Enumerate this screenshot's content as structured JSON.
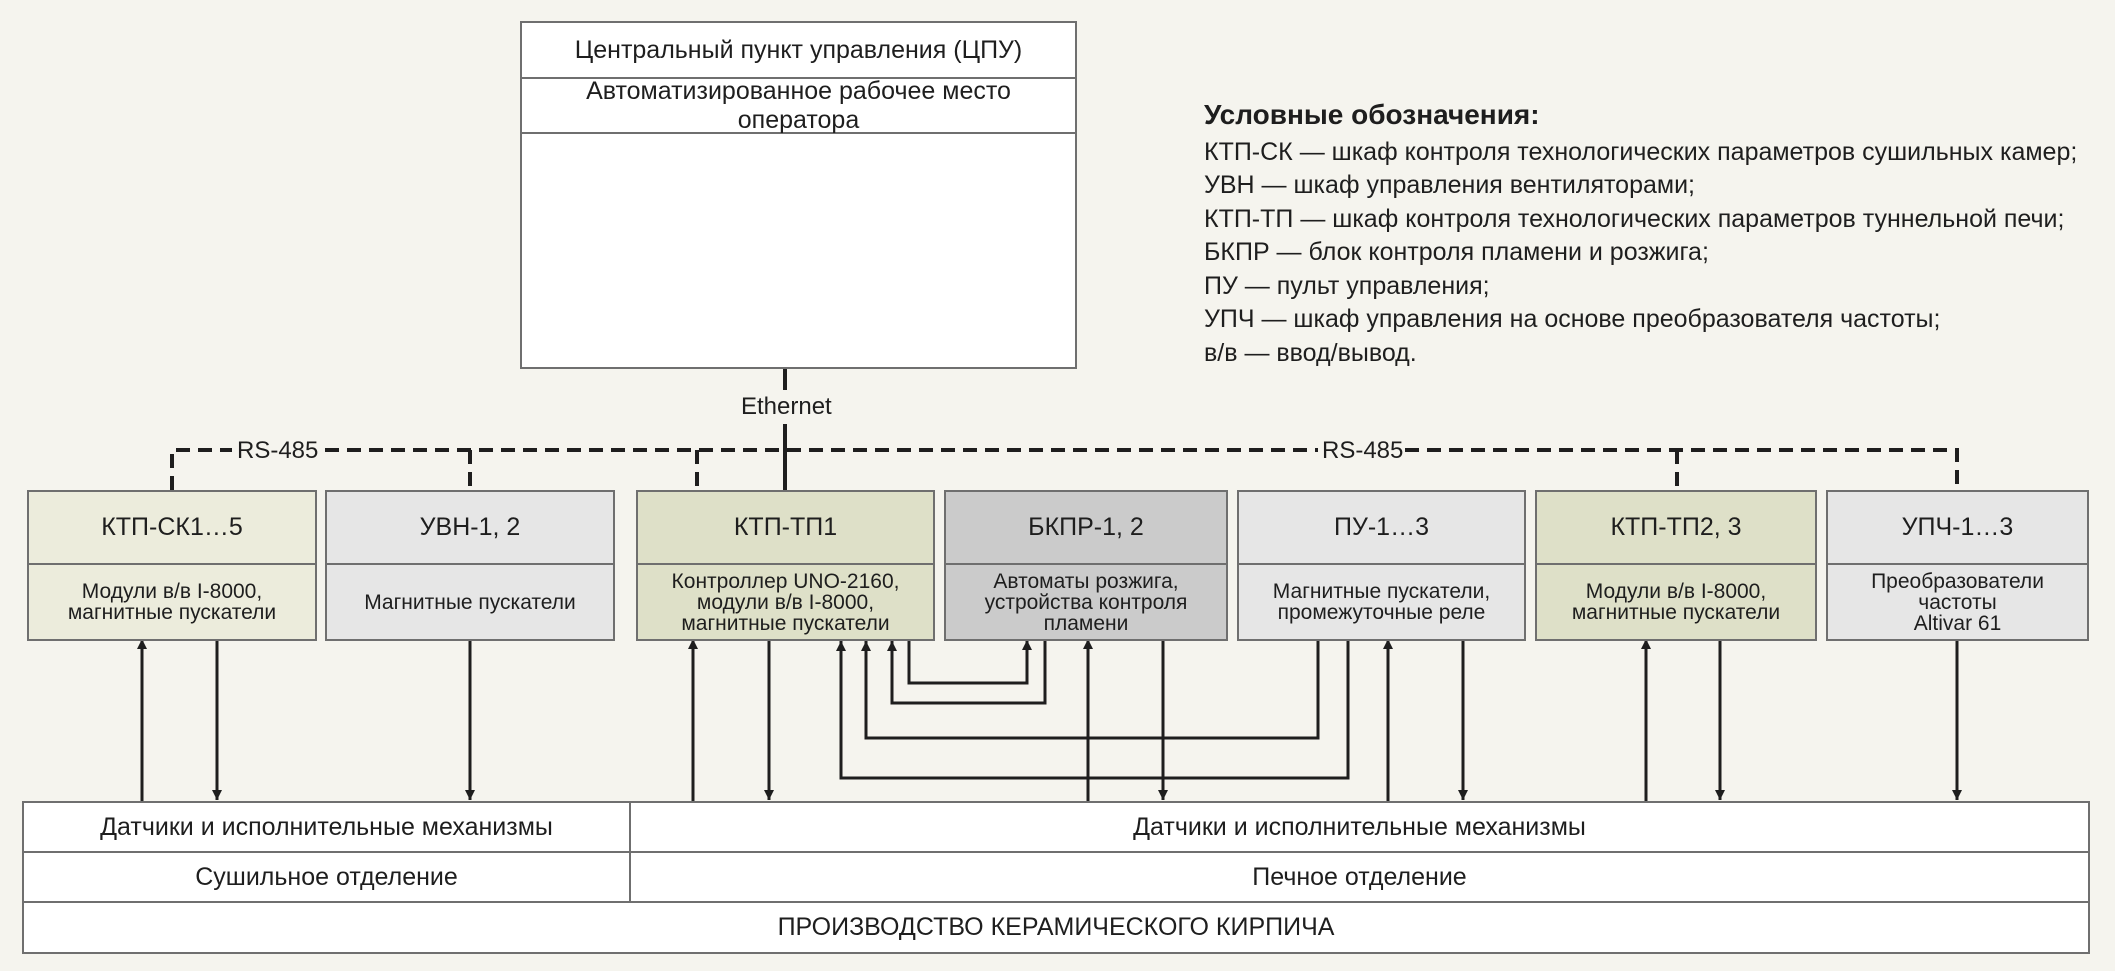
{
  "cpu": {
    "title": "Центральный пункт управления (ЦПУ)",
    "subtitle": "Автоматизированное рабочее место оператора"
  },
  "network": {
    "ethernet": "Ethernet",
    "rs485_left": "RS-485",
    "rs485_right": "RS-485"
  },
  "cabinets": [
    {
      "title": "КТП-СК1…5",
      "desc": "Модули в/в I-8000,\nмагнитные пускатели",
      "color": "#ececdc"
    },
    {
      "title": "УВН-1, 2",
      "desc": "Магнитные пускатели",
      "color": "#e6e6e6"
    },
    {
      "title": "КТП-ТП1",
      "desc": "Контроллер UNO-2160,\nмодули в/в I-8000,\nмагнитные пускатели",
      "color": "#dee0c8"
    },
    {
      "title": "БКПР-1, 2",
      "desc": "Автоматы розжига,\nустройства контроля\nпламени",
      "color": "#cbcbcb"
    },
    {
      "title": "ПУ-1…3",
      "desc": "Магнитные пускатели,\nпромежуточные реле",
      "color": "#e6e6e6"
    },
    {
      "title": "КТП-ТП2, 3",
      "desc": "Модули в/в I-8000,\nмагнитные пускатели",
      "color": "#dee0c8"
    },
    {
      "title": "УПЧ-1…3",
      "desc": "Преобразователи частоты\nAltivar 61",
      "color": "#e6e6e6"
    }
  ],
  "bottom": {
    "sensors_left": "Датчики и исполнительные механизмы",
    "sensors_right": "Датчики и исполнительные механизмы",
    "dept_left": "Сушильное отделение",
    "dept_right": "Печное отделение",
    "production": "ПРОИЗВОДСТВО КЕРАМИЧЕСКОГО КИРПИЧА"
  },
  "legend": {
    "title": "Условные обозначения:",
    "items": [
      "КТП-СК — шкаф контроля технологических параметров сушильных камер;",
      "УВН — шкаф управления вентиляторами;",
      "КТП-ТП — шкаф контроля технологических параметров туннельной печи;",
      "БКПР — блок контроля пламени и розжига;",
      "ПУ — пульт управления;",
      "УПЧ — шкаф управления на основе преобразователя частоты;",
      "в/в — ввод/вывод."
    ]
  },
  "colors": {
    "line": "#1e1e1e",
    "border": "#6f6f6f",
    "monitor_screen": "#5fb6aa",
    "power_led": "#3aa040"
  },
  "icons": [
    "printer-icon",
    "computer-tower-icon",
    "monitor-icon"
  ]
}
